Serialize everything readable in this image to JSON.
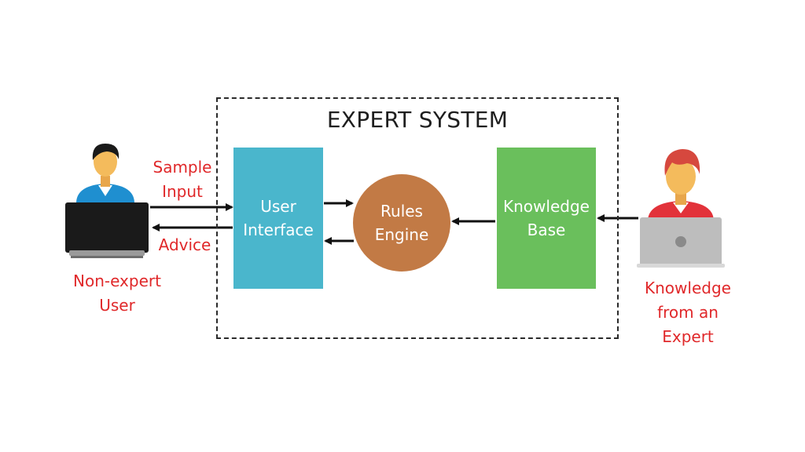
{
  "title": "EXPERT SYSTEM",
  "user_interface": {
    "line1": "User",
    "line2": "Interface"
  },
  "rules_engine": {
    "line1": "Rules",
    "line2": "Engine"
  },
  "knowledge_base": {
    "line1": "Knowledge",
    "line2": "Base"
  },
  "labels": {
    "sample_input": {
      "line1": "Sample",
      "line2": "Input"
    },
    "advice": "Advice",
    "non_expert_user": {
      "line1": "Non-expert",
      "line2": "User"
    },
    "knowledge_from_expert": {
      "line1": "Knowledge",
      "line2": "from an",
      "line3": "Expert"
    }
  },
  "colors": {
    "user_interface": "#4ab6cc",
    "rules_engine": "#c27a45",
    "knowledge_base": "#6abf5c",
    "label_text": "#e0282a"
  },
  "icons": [
    "non-expert-user-icon",
    "expert-user-icon",
    "laptop-icon"
  ]
}
